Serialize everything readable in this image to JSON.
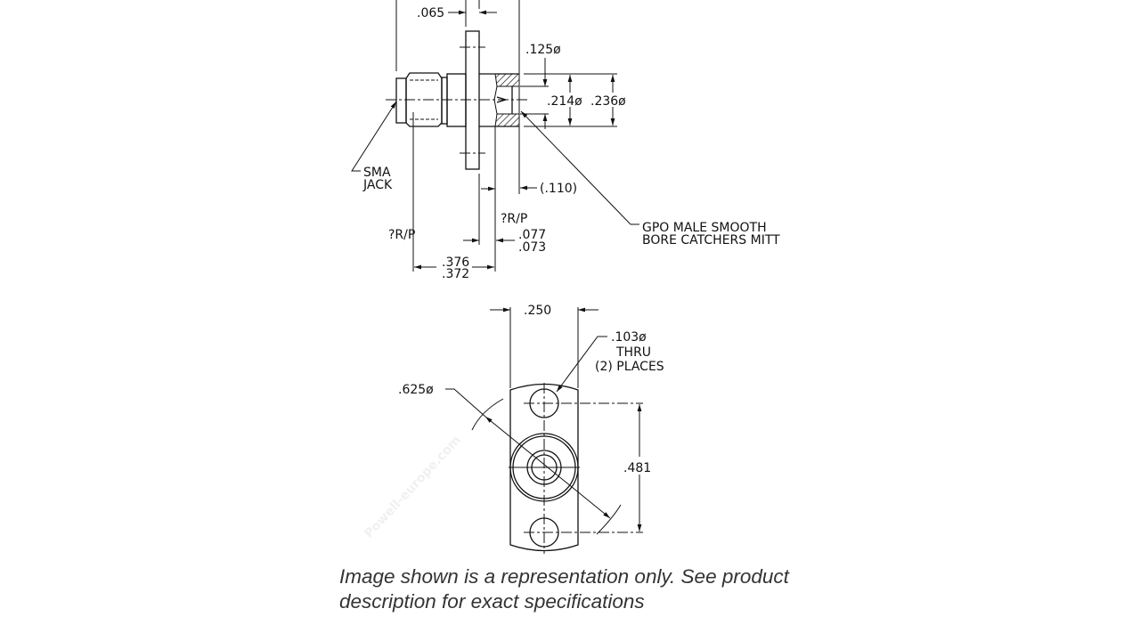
{
  "watermark": "Powell-europe.com",
  "side_view": {
    "dims": {
      "flange_thickness": ".065",
      "pin_dia": ".125ø",
      "bore_dia": ".214ø",
      "outer_dia": ".236ø",
      "recess": "(.110)",
      "rp_left": "?R/P",
      "rp_right": "?R/P",
      "offset_max": ".077",
      "offset_min": ".073",
      "length_max": ".376",
      "length_min": ".372"
    },
    "labels": {
      "sma_line1": "SMA",
      "sma_line2": "JACK",
      "gpo_line1": "GPO MALE SMOOTH",
      "gpo_line2": "BORE CATCHERS MITT"
    }
  },
  "front_view": {
    "dims": {
      "width": ".250",
      "hole_dia": ".103ø",
      "hole_note1": "THRU",
      "hole_note2": "(2) PLACES",
      "flange_dia": ".625ø",
      "hole_spacing": ".481"
    }
  },
  "caption": {
    "line1": "Image shown is a representation only. See product",
    "line2": "description for exact specifications"
  }
}
